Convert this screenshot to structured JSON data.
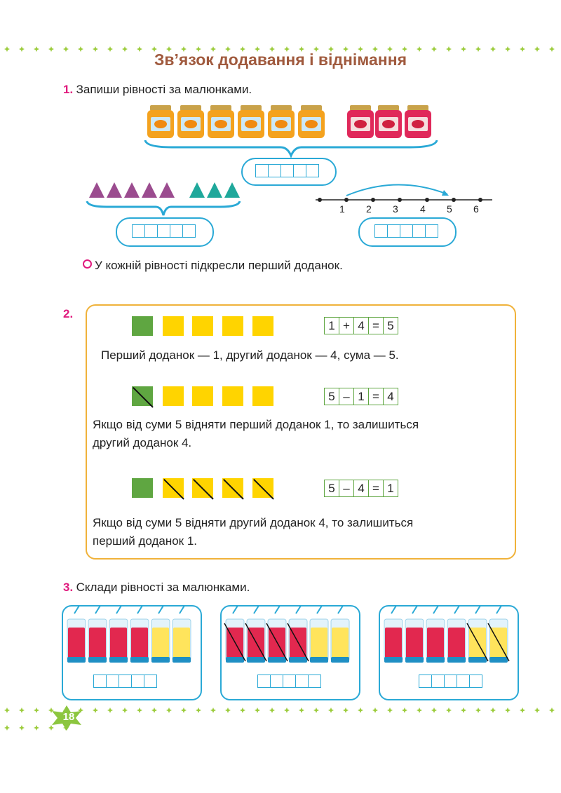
{
  "title": "Зв’язок додавання і віднімання",
  "task1": {
    "number": "1.",
    "text": "Запиши рівності за малюнками.",
    "number_line_labels": [
      "1",
      "2",
      "3",
      "4",
      "5",
      "6"
    ],
    "bullet": "У кожній рівності підкресли перший доданок."
  },
  "task2": {
    "number": "2.",
    "eq1": [
      "1",
      "+",
      "4",
      "=",
      "5"
    ],
    "line1": "Перший доданок — 1, другий доданок — 4, сума — 5.",
    "eq2": [
      "5",
      "–",
      "1",
      "=",
      "4"
    ],
    "line2a": "Якщо від суми 5 відняти перший доданок 1, то залишиться",
    "line2b": "другий доданок 4.",
    "eq3": [
      "5",
      "–",
      "4",
      "=",
      "1"
    ],
    "line3a": "Якщо від суми 5 відняти другий доданок 4, то залишиться",
    "line3b": "перший доданок 1."
  },
  "task3": {
    "number": "3.",
    "text": "Склади рівності за малюнками."
  },
  "page_number": "18",
  "colors": {
    "title": "#a05a3e",
    "task_number": "#e0197d",
    "cells": "#2aa9d6",
    "frame": "#f0b23a",
    "green": "#5fa641",
    "yellow": "#ffd400",
    "purple_triangle": "#9b4c8f",
    "teal_triangle": "#1fa89b"
  }
}
